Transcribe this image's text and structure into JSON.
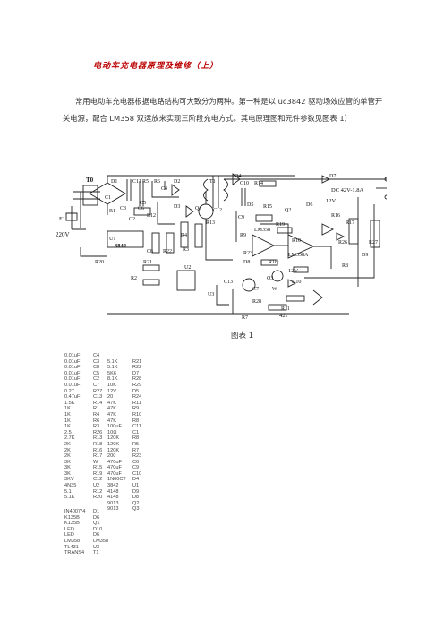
{
  "doc": {
    "title": "电动车充电器原理及维修（上）",
    "paragraph": "常用电动车充电器根据电路结构可大致分为两种。第一种是以 uc3842 驱动场效应管的单管开关电源，配合 LM358 双运放来实现三阶段充电方式。其电原理图和元件参数见图表 1）",
    "caption": "图表 1"
  },
  "circuit_labels": {
    "t0": "T0",
    "f1": "F1",
    "v220": "220V",
    "d1": "D1",
    "c1": "C1",
    "r1": "R1",
    "c2": "C2",
    "c3": "C3",
    "c11": "C11",
    "r5": "R5",
    "r6": "R6",
    "c4": "C4",
    "d2": "D2",
    "t1": "T1",
    "d4": "D4",
    "c10": "C10",
    "r14": "R14",
    "d7": "D7",
    "dc_out": "DC 42V-1.8A",
    "v12_top": "12V",
    "d6": "D6",
    "r16": "R16",
    "r17": "R17",
    "r27": "R27",
    "c5": "C5",
    "c6": "C6",
    "r12": "R12",
    "d3": "D3",
    "q1": "Q1",
    "c12": "C12",
    "d5": "D5",
    "r15": "R15",
    "q2": "Q2",
    "c9": "C9",
    "r13": "R13",
    "u1": "U1",
    "ic3842": "3842",
    "r4": "R4",
    "r3": "R3",
    "r9": "R9",
    "lm358_1": "LM358",
    "r19": "R19",
    "r10": "R10",
    "lm358_2": "LM358A",
    "r26": "R26",
    "r8": "R8",
    "d9": "D9",
    "r20": "R20",
    "c8": "C8",
    "r22": "R22",
    "r23": "R23",
    "d8": "D8",
    "r18": "R18",
    "v12_mid": "12V",
    "r21": "R21",
    "u2": "U2",
    "r2": "R2",
    "c13": "C13",
    "u3": "U3",
    "q3": "Q3",
    "d10": "D10",
    "c7": "C7",
    "w": "W",
    "r28": "R28",
    "r11": "R11",
    "r7": "R7",
    "v42": "42v"
  },
  "parts_columns": [
    [
      "0.01uF",
      "0.01uF",
      "0.01uF",
      "0.01uF",
      "0.01uF",
      "0.01uF",
      "0.27",
      "0.47uF",
      "1.5K",
      "1K",
      "1K",
      "1K",
      "1K",
      "2.5",
      "2.7K",
      "2K",
      "2K",
      "2K",
      "3K",
      "3K",
      "3K",
      "3KV",
      "4N35",
      "5.1",
      "5.1K"
    ],
    [
      "C4",
      "C3",
      "C8",
      "C5",
      "C2",
      "C7",
      "R27",
      "C13",
      "R14",
      "R1",
      "R4",
      "R6",
      "R3",
      "R26",
      "R13",
      "R18",
      "R16",
      "R17",
      "W",
      "R15",
      "R19",
      "C12",
      "U2",
      "R12",
      "R20"
    ],
    [
      "",
      "5.1K",
      "5.1K",
      "5K6",
      "8.1K",
      "10K",
      "12V",
      "20",
      "47K",
      "47K",
      "47K",
      "47K",
      "100uF",
      "10Ω",
      "120K",
      "120K",
      "120K",
      "200",
      "470uF",
      "470uF",
      "470uF",
      "1N60CT",
      "3842",
      "4148",
      "4148",
      "9013",
      "9013"
    ],
    [
      "",
      "R21",
      "R22",
      "D7",
      "R28",
      "R29",
      "D5",
      "R24",
      "R11",
      "R9",
      "R10",
      "R8",
      "C11",
      "C1",
      "R8",
      "R5",
      "R7",
      "R23",
      "C6",
      "C9",
      "C10",
      "D4",
      "U1",
      "D9",
      "D8",
      "Q2",
      "Q3"
    ]
  ],
  "parts_columns2": [
    [
      "IN4007*4",
      "K135B",
      "K135B",
      "LED",
      "LED",
      "LM358",
      "TL431",
      "TRANS4"
    ],
    [
      "D1",
      "D6",
      "Q1",
      "D10",
      "D6",
      "LM358",
      "U3",
      "T1"
    ]
  ]
}
